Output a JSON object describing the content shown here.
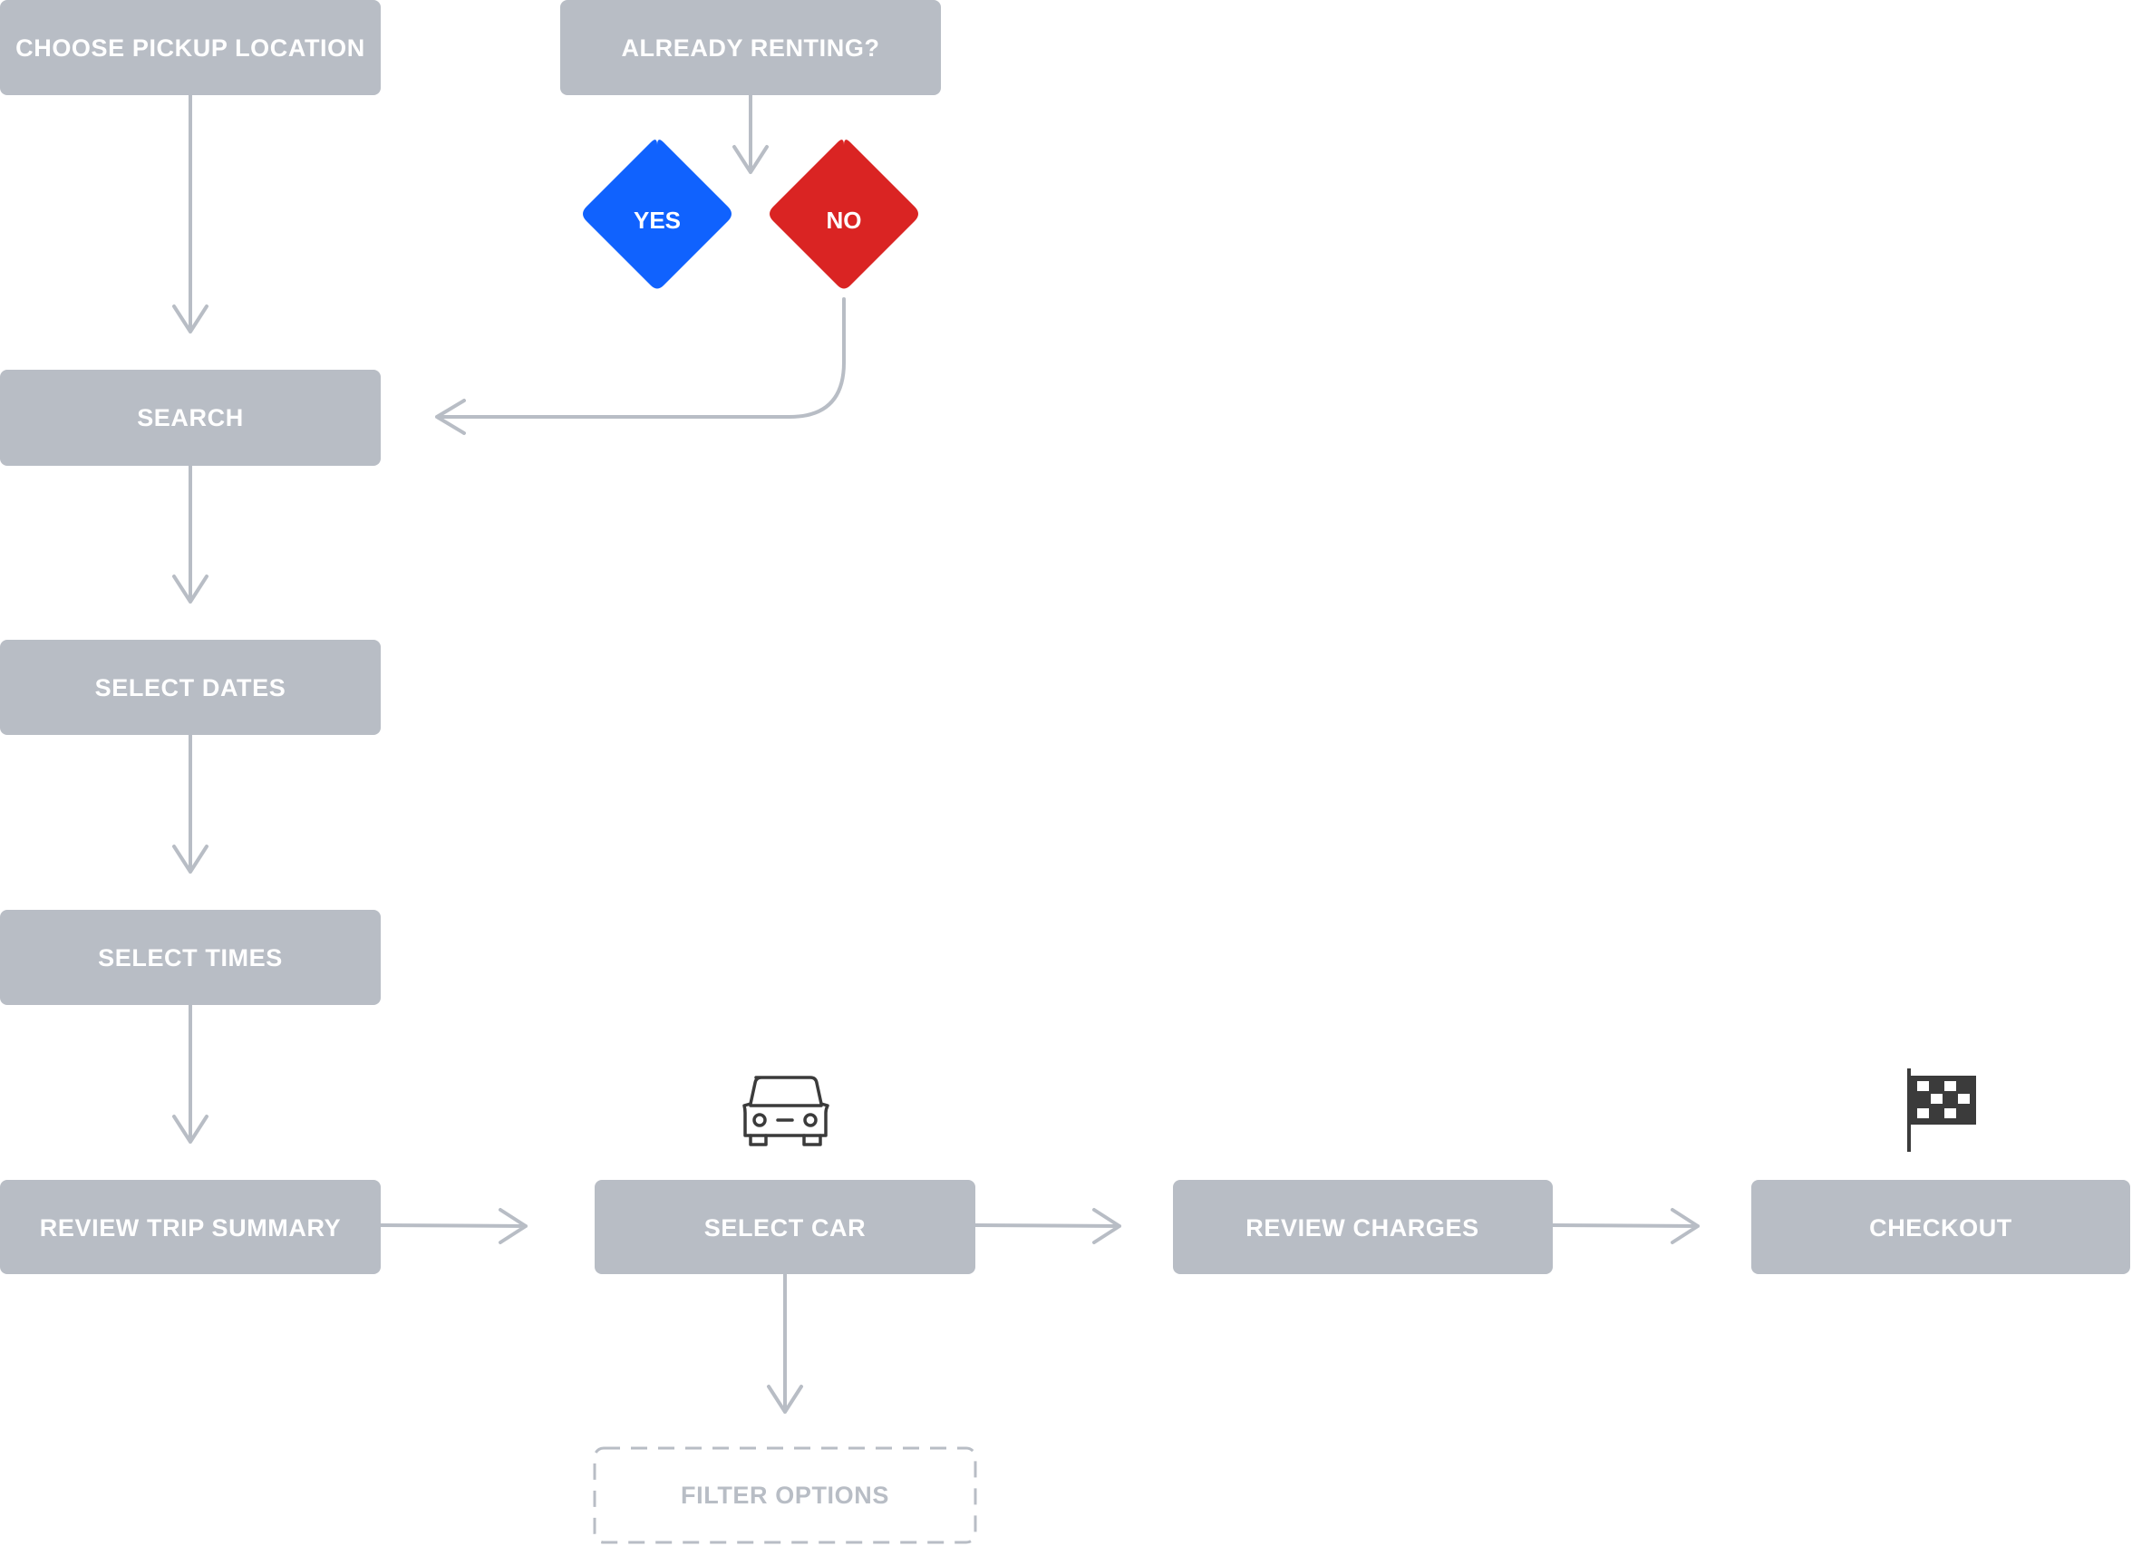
{
  "nodes": {
    "choose_pickup_location": "CHOOSE PICKUP LOCATION",
    "already_renting": "ALREADY RENTING?",
    "search": "SEARCH",
    "select_dates": "SELECT DATES",
    "select_times": "SELECT TIMES",
    "review_trip_summary": "REVIEW TRIP SUMMARY",
    "select_car": "SELECT CAR",
    "review_charges": "REVIEW CHARGES",
    "checkout": "CHECKOUT",
    "filter_options": "FILTER OPTIONS"
  },
  "decisions": {
    "yes": "YES",
    "no": "NO"
  },
  "colors": {
    "node_fill": "#b8bdc5",
    "node_text": "#ffffff",
    "connector": "#b8bdc5",
    "yes_fill": "#1062fe",
    "no_fill": "#da2423",
    "icon": "#3b3b3b"
  },
  "icons": {
    "select_car_icon": "car-icon",
    "checkout_icon": "checkered-flag-icon"
  }
}
